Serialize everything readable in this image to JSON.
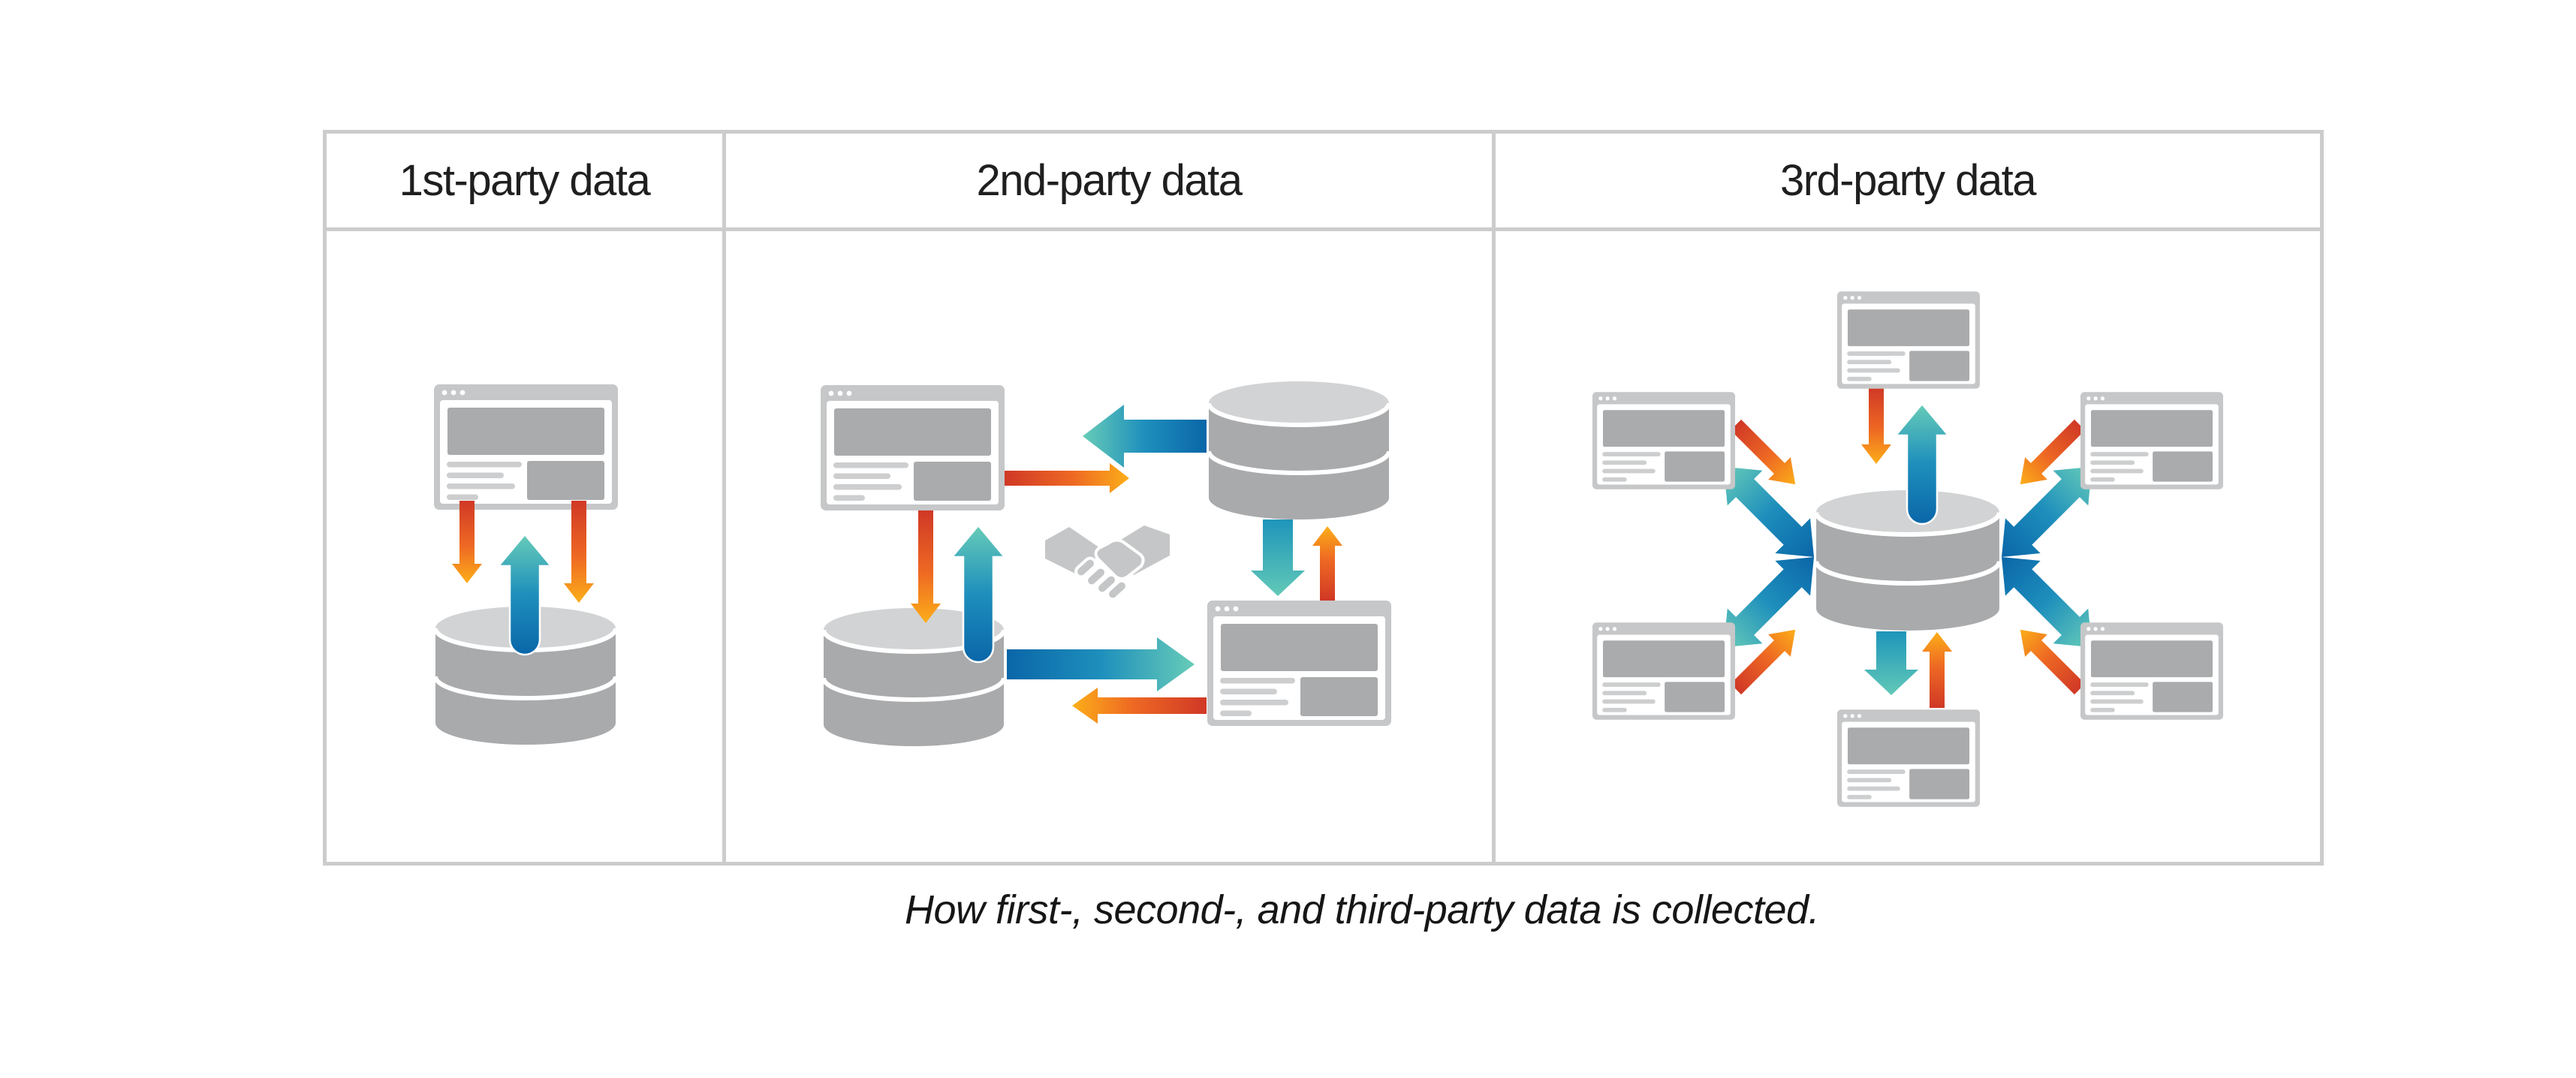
{
  "figure": {
    "background": "#ffffff",
    "caption": "How first-, second-, and third-party data is collected."
  },
  "table": {
    "columns": [
      {
        "id": "first-party",
        "label": "1st-party data"
      },
      {
        "id": "second-party",
        "label": "2nd-party data"
      },
      {
        "id": "third-party",
        "label": "3rd-party data"
      }
    ]
  },
  "panels": {
    "first_party": {
      "icons": [
        "browser-window-icon",
        "database-icon"
      ],
      "arrows": [
        "site-to-database-orange",
        "site-to-database-orange",
        "database-to-site-blue"
      ]
    },
    "second_party": {
      "icons": [
        "browser-window-icon",
        "database-icon",
        "handshake-icon",
        "database-icon",
        "browser-window-icon"
      ],
      "arrows": [
        "partner-db-to-site-blue",
        "site-to-partner-db-orange",
        "site-to-own-db-orange",
        "own-db-to-site-blue",
        "partner-db-to-site-teal",
        "site-to-partner-db-orange",
        "own-db-to-partner-site-blue",
        "partner-site-to-db-orange"
      ]
    },
    "third_party": {
      "icons": [
        "database-icon",
        "browser-window-icon",
        "browser-window-icon",
        "browser-window-icon",
        "browser-window-icon",
        "browser-window-icon",
        "browser-window-icon"
      ],
      "arrows": [
        "db-to-sites-blue-x4",
        "db-to-site-blue-up",
        "db-to-site-teal-down",
        "sites-to-db-orange-x6"
      ]
    }
  },
  "colors": {
    "table_border": "#cccccc",
    "header_text": "#1f1f1f",
    "caption_text": "#161616",
    "browser_frame": "#c6c7c8",
    "browser_block": "#a9abad",
    "browser_line": "#cdcecf",
    "db_top": "#d2d3d4",
    "db_body": "#a9aaac",
    "handshake": "#c5c6c7",
    "arrow_red_tail": "#d03826",
    "arrow_orange_head": "#fcae19",
    "arrow_blue_tail": "#0a66a8",
    "arrow_teal_head": "#67ccb8",
    "arrow_teal_tail": "#1e95ba"
  }
}
